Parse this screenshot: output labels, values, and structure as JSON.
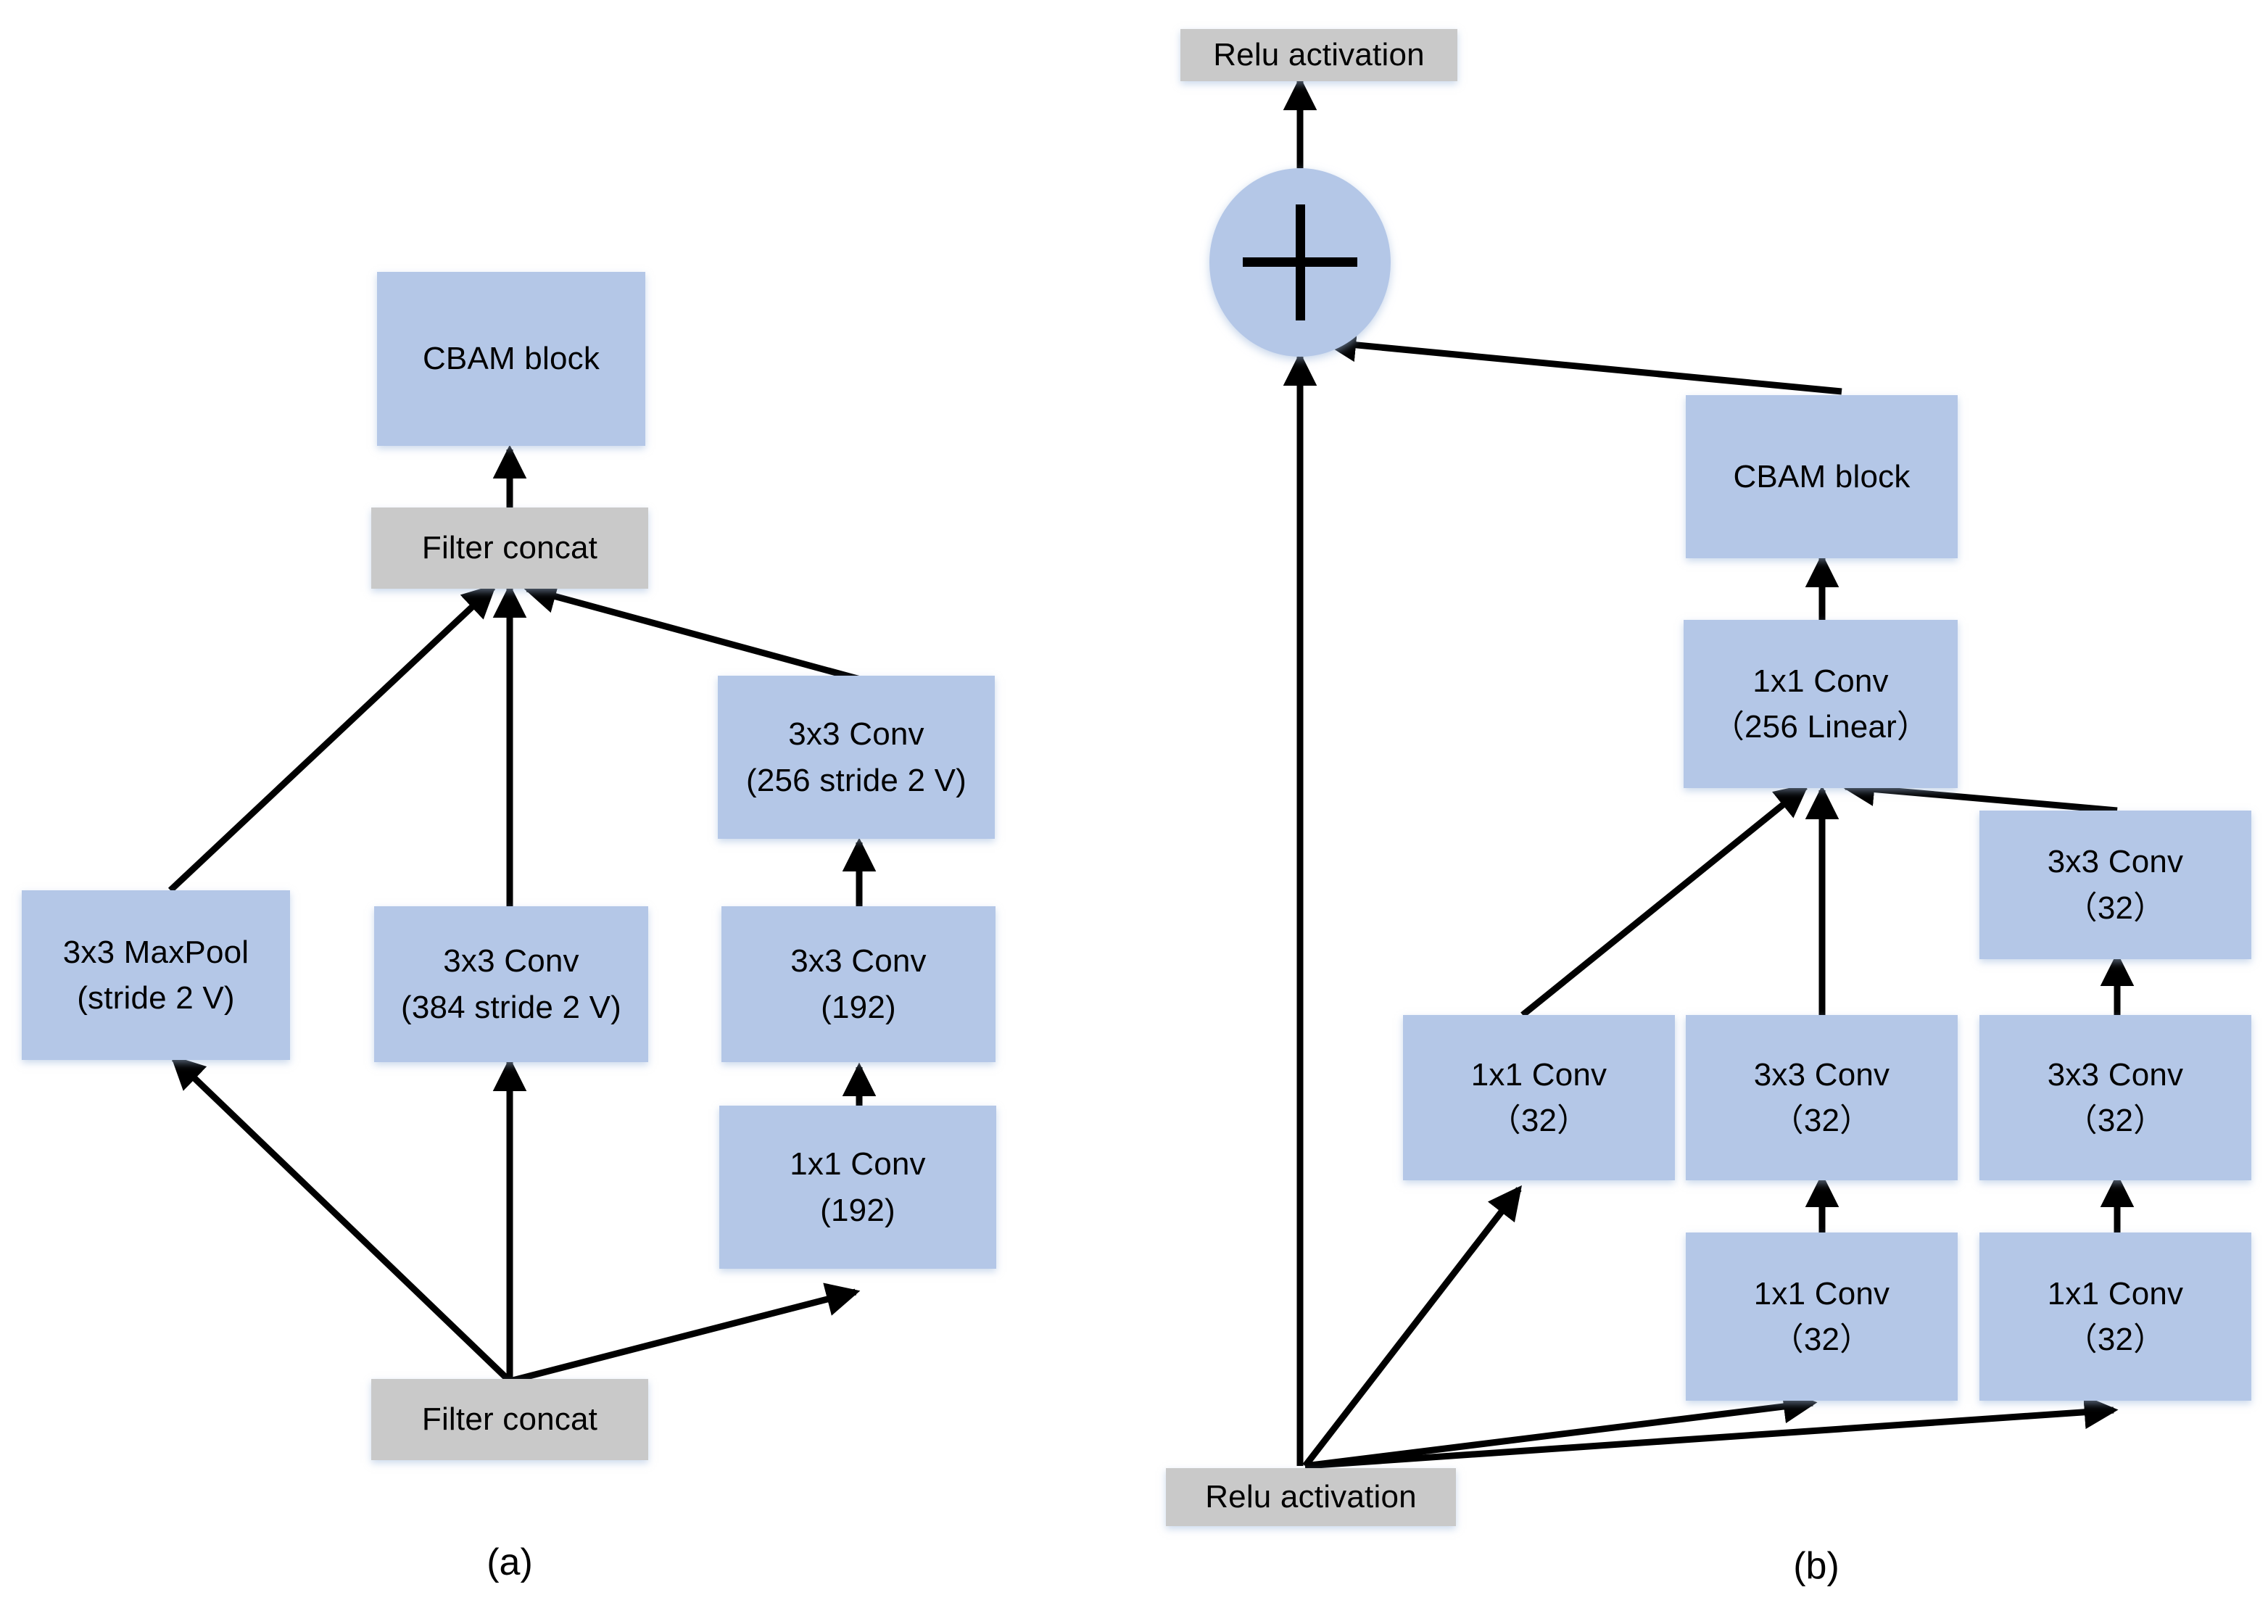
{
  "figure": {
    "caption_a": "(a)",
    "caption_b": "(b)",
    "colors": {
      "block_blue": "#b4c7e7",
      "block_gray": "#c9c9c9",
      "edge_black": "#000000",
      "background": "#ffffff"
    }
  },
  "panel_a": {
    "nodes": {
      "cbam_block": {
        "label": "CBAM block"
      },
      "filter_concat_top": {
        "label": "Filter concat"
      },
      "maxpool": {
        "line1": "3x3 MaxPool",
        "line2": "(stride 2 V)"
      },
      "conv384": {
        "line1": "3x3 Conv",
        "line2": "(384 stride 2 V)"
      },
      "conv256_s2": {
        "line1": "3x3 Conv",
        "line2": "(256 stride 2 V)"
      },
      "conv3x3_192": {
        "line1": "3x3 Conv",
        "line2": "(192)"
      },
      "conv1x1_192": {
        "line1": "1x1 Conv",
        "line2": "(192)"
      },
      "filter_concat_bottom": {
        "label": "Filter concat"
      }
    }
  },
  "panel_b": {
    "nodes": {
      "relu_top": {
        "label": "Relu activation"
      },
      "adder": {
        "symbol": "+"
      },
      "cbam_block": {
        "label": "CBAM block"
      },
      "conv1x1_256_linear": {
        "line1": "1x1 Conv",
        "line2": "（256 Linear）"
      },
      "conv3x3_32_right_top": {
        "line1": "3x3 Conv",
        "line2": "（32）"
      },
      "conv1x1_32_left": {
        "line1": "1x1 Conv",
        "line2": "（32）"
      },
      "conv3x3_32_mid": {
        "line1": "3x3 Conv",
        "line2": "（32）"
      },
      "conv3x3_32_right": {
        "line1": "3x3 Conv",
        "line2": "（32）"
      },
      "conv1x1_32_mid_bottom": {
        "line1": "1x1 Conv",
        "line2": "（32）"
      },
      "conv1x1_32_right_bottom": {
        "line1": "1x1 Conv",
        "line2": "（32）"
      },
      "relu_bottom": {
        "label": "Relu activation"
      }
    }
  }
}
